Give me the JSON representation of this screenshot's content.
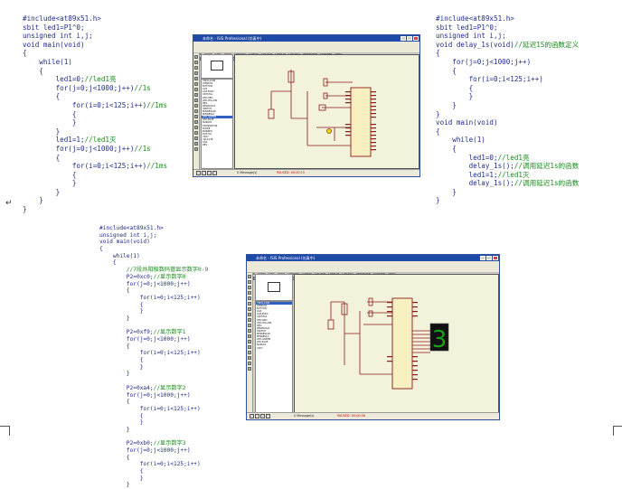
{
  "top_left_code": [
    {
      "code": "#include<at89x51.h>",
      "comment": ""
    },
    {
      "code": "sbit led1=P1^0;",
      "comment": ""
    },
    {
      "code": "unsigned int i,j;",
      "comment": ""
    },
    {
      "code": "void main(void)",
      "comment": ""
    },
    {
      "code": "{",
      "comment": ""
    },
    {
      "code": "    while(1)",
      "comment": ""
    },
    {
      "code": "    {",
      "comment": ""
    },
    {
      "code": "        led1=0;",
      "comment": "//led1亮"
    },
    {
      "code": "        for(j=0;j<1000;j++)",
      "comment": "//1s"
    },
    {
      "code": "        {",
      "comment": ""
    },
    {
      "code": "            for(i=0;i<125;i++)",
      "comment": "//1ms"
    },
    {
      "code": "            {",
      "comment": ""
    },
    {
      "code": "            }",
      "comment": ""
    },
    {
      "code": "        }",
      "comment": ""
    },
    {
      "code": "        led1=1;",
      "comment": "//led1灭"
    },
    {
      "code": "        for(j=0;j<1000;j++)",
      "comment": "//1s"
    },
    {
      "code": "        {",
      "comment": ""
    },
    {
      "code": "            for(i=0;i<125;i++)",
      "comment": "//1ms"
    },
    {
      "code": "            {",
      "comment": ""
    },
    {
      "code": "            }",
      "comment": ""
    },
    {
      "code": "        }",
      "comment": ""
    },
    {
      "code": "    }",
      "comment": ""
    },
    {
      "code": "}",
      "comment": ""
    }
  ],
  "top_right_code": [
    {
      "code": "#include<at89x51.h>",
      "comment": ""
    },
    {
      "code": "sbit led1=P1^0;",
      "comment": ""
    },
    {
      "code": "unsigned int i,j;",
      "comment": ""
    },
    {
      "code": "void delay_1s(void)",
      "comment": "//延迟1S的函数定义"
    },
    {
      "code": "{",
      "comment": ""
    },
    {
      "code": "    for(j=0;j<1000;j++)",
      "comment": ""
    },
    {
      "code": "    {",
      "comment": ""
    },
    {
      "code": "        for(i=0;i<125;i++)",
      "comment": ""
    },
    {
      "code": "        {",
      "comment": ""
    },
    {
      "code": "        }",
      "comment": ""
    },
    {
      "code": "    }",
      "comment": ""
    },
    {
      "code": "}",
      "comment": ""
    },
    {
      "code": "void main(void)",
      "comment": ""
    },
    {
      "code": "{",
      "comment": ""
    },
    {
      "code": "    while(1)",
      "comment": ""
    },
    {
      "code": "    {",
      "comment": ""
    },
    {
      "code": "        led1=0;",
      "comment": "//led1亮"
    },
    {
      "code": "        delay_1s();",
      "comment": "//调用延迟1s的函数"
    },
    {
      "code": "        led1=1;",
      "comment": "//led1灭"
    },
    {
      "code": "        delay_1s();",
      "comment": "//调用延迟1s的函数"
    },
    {
      "code": "    }",
      "comment": ""
    },
    {
      "code": "}",
      "comment": ""
    }
  ],
  "bottom_code": [
    {
      "code": "#include<at89x51.h>",
      "comment": ""
    },
    {
      "code": "unsigned int i,j;",
      "comment": ""
    },
    {
      "code": "void main(void)",
      "comment": ""
    },
    {
      "code": "{",
      "comment": ""
    },
    {
      "code": "    while(1)",
      "comment": ""
    },
    {
      "code": "    {",
      "comment": ""
    },
    {
      "code": "        ",
      "comment": "//7段共阳极数码管显示数字0-9"
    },
    {
      "code": "        P2=0xc0;",
      "comment": "//显示数字0"
    },
    {
      "code": "        for(j=0;j<1000;j++)",
      "comment": ""
    },
    {
      "code": "        {",
      "comment": ""
    },
    {
      "code": "            for(i=0;i<125;i++)",
      "comment": ""
    },
    {
      "code": "            {",
      "comment": ""
    },
    {
      "code": "            }",
      "comment": ""
    },
    {
      "code": "        }",
      "comment": ""
    },
    {
      "code": "",
      "comment": ""
    },
    {
      "code": "        P2=0xf9;",
      "comment": "//显示数字1"
    },
    {
      "code": "        for(j=0;j<1000;j++)",
      "comment": ""
    },
    {
      "code": "        {",
      "comment": ""
    },
    {
      "code": "            for(i=0;i<125;i++)",
      "comment": ""
    },
    {
      "code": "            {",
      "comment": ""
    },
    {
      "code": "            }",
      "comment": ""
    },
    {
      "code": "        }",
      "comment": ""
    },
    {
      "code": "",
      "comment": ""
    },
    {
      "code": "        P2=0xa4;",
      "comment": "//显示数字2"
    },
    {
      "code": "        for(j=0;j<1000;j++)",
      "comment": ""
    },
    {
      "code": "        {",
      "comment": ""
    },
    {
      "code": "            for(i=0;i<125;i++)",
      "comment": ""
    },
    {
      "code": "            {",
      "comment": ""
    },
    {
      "code": "            }",
      "comment": ""
    },
    {
      "code": "        }",
      "comment": ""
    },
    {
      "code": "",
      "comment": ""
    },
    {
      "code": "        P2=0xb0;",
      "comment": "//显示数字3"
    },
    {
      "code": "        for(j=0;j<1000;j++)",
      "comment": ""
    },
    {
      "code": "        {",
      "comment": ""
    },
    {
      "code": "            for(i=0;i<125;i++)",
      "comment": ""
    },
    {
      "code": "            {",
      "comment": ""
    },
    {
      "code": "            }",
      "comment": ""
    },
    {
      "code": "        }",
      "comment": ""
    }
  ],
  "paragraph_mark": "↵",
  "sim_top": {
    "window_title": "未命名 - ISIS Professional (仿真中)",
    "menu_items": [
      "File",
      "View",
      "Edit",
      "Tools",
      "Design",
      "Graph",
      "Source",
      "Debug",
      "Library",
      "Template",
      "System",
      "Help"
    ],
    "devices": [
      "7SEG-COM",
      "AT89C51",
      "BUTTON",
      "CAP",
      "CAP-ELEC",
      "CRYSTAL",
      "LED-RED",
      "LED-YELLOW",
      "RES",
      "RESPACK-8",
      "SWITCH",
      "MINRES10K",
      "MINRES1K",
      "LED-GREEN",
      "LED-BLUE",
      "NAPACK",
      "TRANSISTOR",
      "DIODE",
      "BUZZER",
      "POT-HG",
      "7407",
      "74LS138",
      "CAP",
      "RES"
    ],
    "selected_device_index": 13,
    "status_messages": "0 Message(s)",
    "status_sim": "PAUSED: 00:00:15"
  },
  "sim_bottom": {
    "window_title": "未命名 - ISIS Professional (仿真中)",
    "menu_items": [
      "File",
      "View",
      "Edit",
      "Tools",
      "Design",
      "Graph",
      "Source",
      "Debug",
      "Library",
      "Template",
      "System",
      "Help"
    ],
    "devices": [
      "7SEG-COM",
      "AT89C51",
      "BUTTON",
      "CAP",
      "CAP-ELEC",
      "CRYSTAL",
      "LED-RED",
      "LED-YELLOW",
      "RES",
      "RESPACK-8",
      "SWITCH",
      "MINRES10K",
      "MINRES1K",
      "LED-GREEN",
      "LED-BLUE",
      "NAPACK",
      "7407"
    ],
    "selected_device_index": 0,
    "status_messages": "0 Message(s)",
    "status_sim": "PAUSED: 00:00:06",
    "segment_digit": "3",
    "accent_display": "#18a018"
  }
}
